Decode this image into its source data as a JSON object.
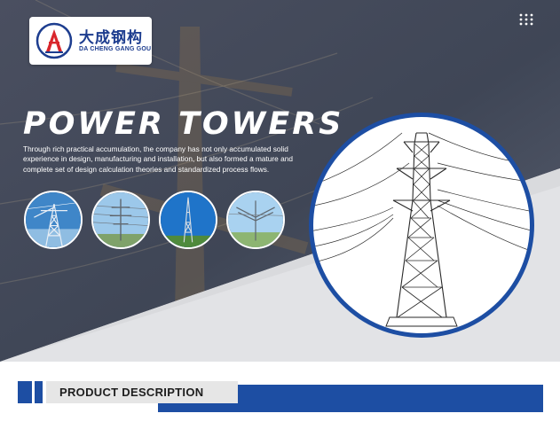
{
  "header": {
    "logo": {
      "text_cn": "大成钢构",
      "text_en": "DA CHENG GANG GOU"
    },
    "menu_icon": "grid-dots-icon"
  },
  "hero": {
    "title": "POWER TOWERS",
    "description": "Through rich practical accumulation, the company has not only accumulated solid experience in design, manufacturing and installation, but also formed a mature and complete set of design calculation theories and standardized process flows.",
    "thumbnails": [
      {
        "icon": "lattice-tower-photo-icon"
      },
      {
        "icon": "steel-pole-photo-icon"
      },
      {
        "icon": "tubular-tower-photo-icon"
      },
      {
        "icon": "crossarm-tower-photo-icon"
      }
    ],
    "feature_illustration": "transmission-tower-drawing-icon"
  },
  "section": {
    "label": "PRODUCT DESCRIPTION"
  },
  "colors": {
    "brand_blue": "#1d4ea3",
    "logo_red": "#d9262c",
    "panel_grey": "#e6e6e6",
    "slate_band": "#3e4454"
  }
}
